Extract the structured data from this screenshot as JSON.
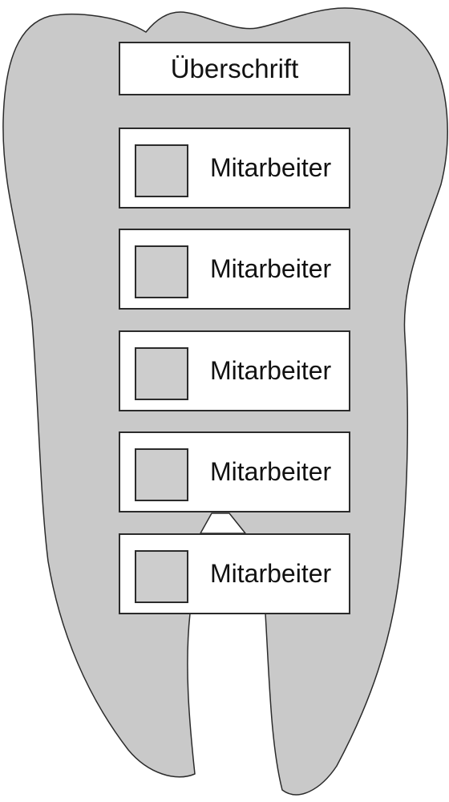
{
  "diagram": {
    "colors": {
      "tooth_fill": "#c9c9c9",
      "outline": "#2b2b2b",
      "box_fill": "#ffffff",
      "picture_fill": "#cdcdcd"
    },
    "heading": "Überschrift",
    "employees": [
      {
        "label": "Mitarbeiter"
      },
      {
        "label": "Mitarbeiter"
      },
      {
        "label": "Mitarbeiter"
      },
      {
        "label": "Mitarbeiter"
      },
      {
        "label": "Mitarbeiter"
      }
    ]
  }
}
